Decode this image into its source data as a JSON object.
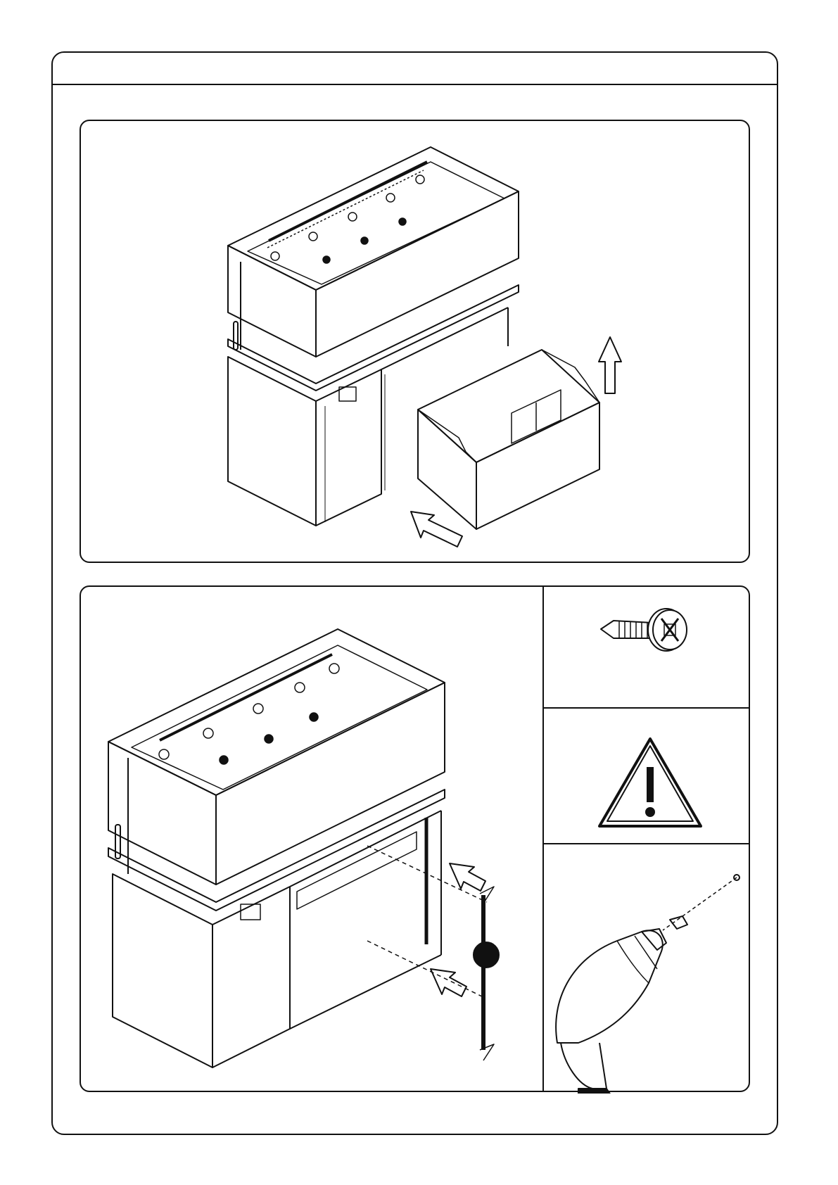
{
  "page": {
    "header_title": ""
  },
  "step_top": {
    "part": "aquarium-cabinet-with-sump",
    "action": "insert-sump-into-cabinet",
    "arrows": [
      "arrow-up-icon",
      "arrow-diagonal-icon"
    ]
  },
  "step_bottom": {
    "part": "cabinet-center-post",
    "action": "attach-center-post-with-screws",
    "marker": "black-dot",
    "arrows": [
      "arrow-diagonal-icon",
      "arrow-diagonal-icon"
    ]
  },
  "side_panels": [
    {
      "icon": "screw-icon"
    },
    {
      "icon": "warning-triangle-icon"
    },
    {
      "icon": "power-drill-icon"
    }
  ],
  "colors": {
    "line": "#111111",
    "background": "#ffffff"
  }
}
